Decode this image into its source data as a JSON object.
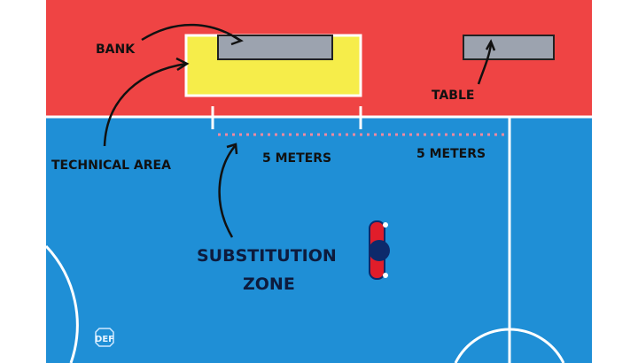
{
  "labels": {
    "bank": "BANK",
    "table": "TABLE",
    "technical_area": "TECHNICAL AREA",
    "meters_left": "5 METERS",
    "meters_right": "5 METERS",
    "substitution": "SUBSTITUTION",
    "zone": "ZONE"
  },
  "logo": "DEF",
  "colors": {
    "bench_area": "#ef4444",
    "court": "#1f8fd6",
    "technical_area": "#f6ed4a",
    "bench": "#9ca3af",
    "substitution_line": "#f08aa0",
    "player_body": "#e11d2a",
    "player_head": "#0d2a6b"
  }
}
